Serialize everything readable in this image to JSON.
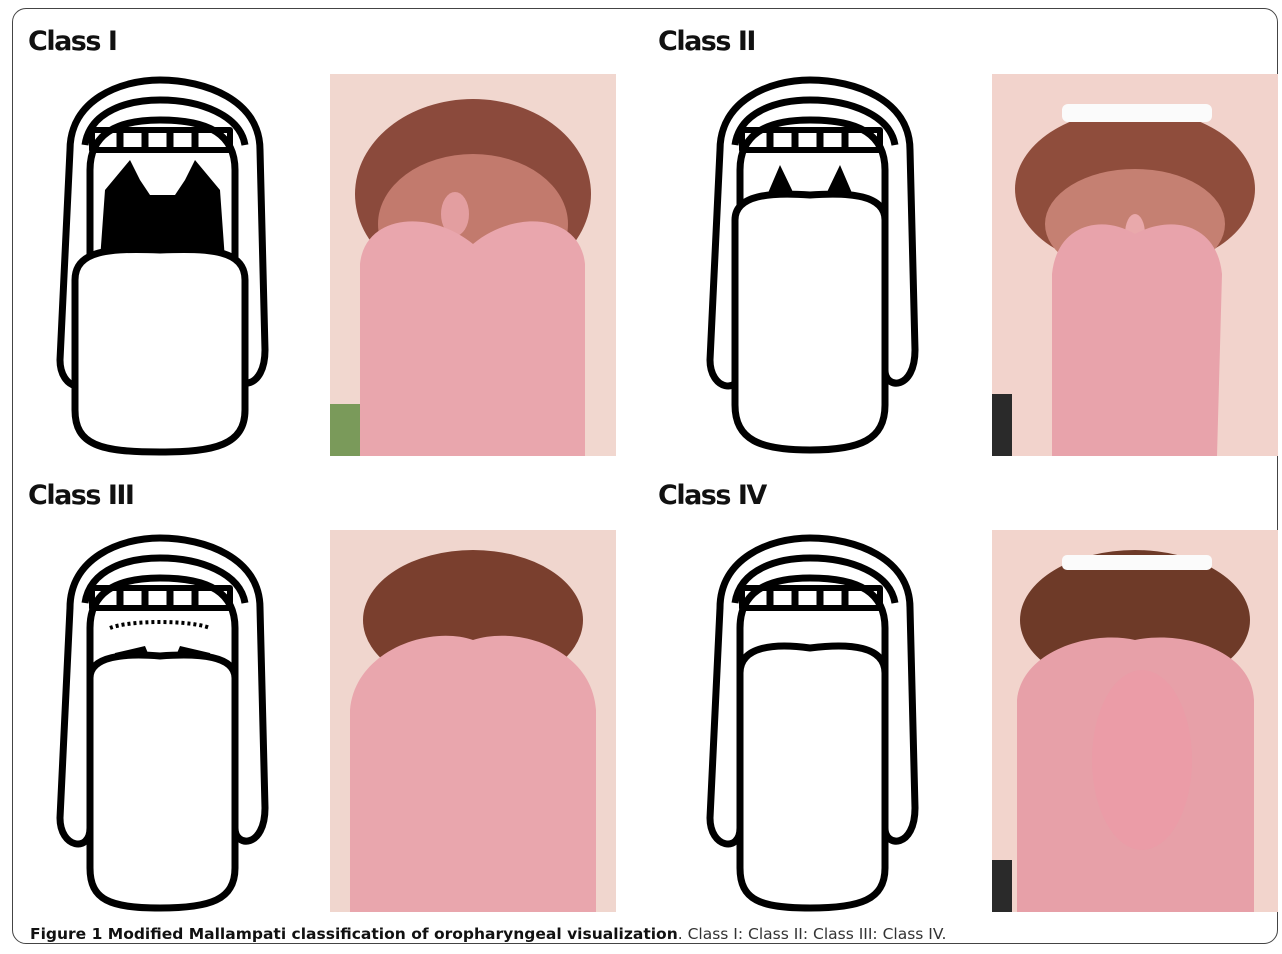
{
  "panels": [
    {
      "label": "Class I"
    },
    {
      "label": "Class II"
    },
    {
      "label": "Class III"
    },
    {
      "label": "Class IV"
    }
  ],
  "caption": {
    "bold": "Figure 1 Modified Mallampati classification of oropharyngeal visualization",
    "rest": ". Class I: Class II: Class III: Class IV."
  },
  "colors": {
    "tongue": "#e9a6ad",
    "palate": "#7a3a2e",
    "lips": "#efc3bc",
    "outline": "#000000"
  }
}
